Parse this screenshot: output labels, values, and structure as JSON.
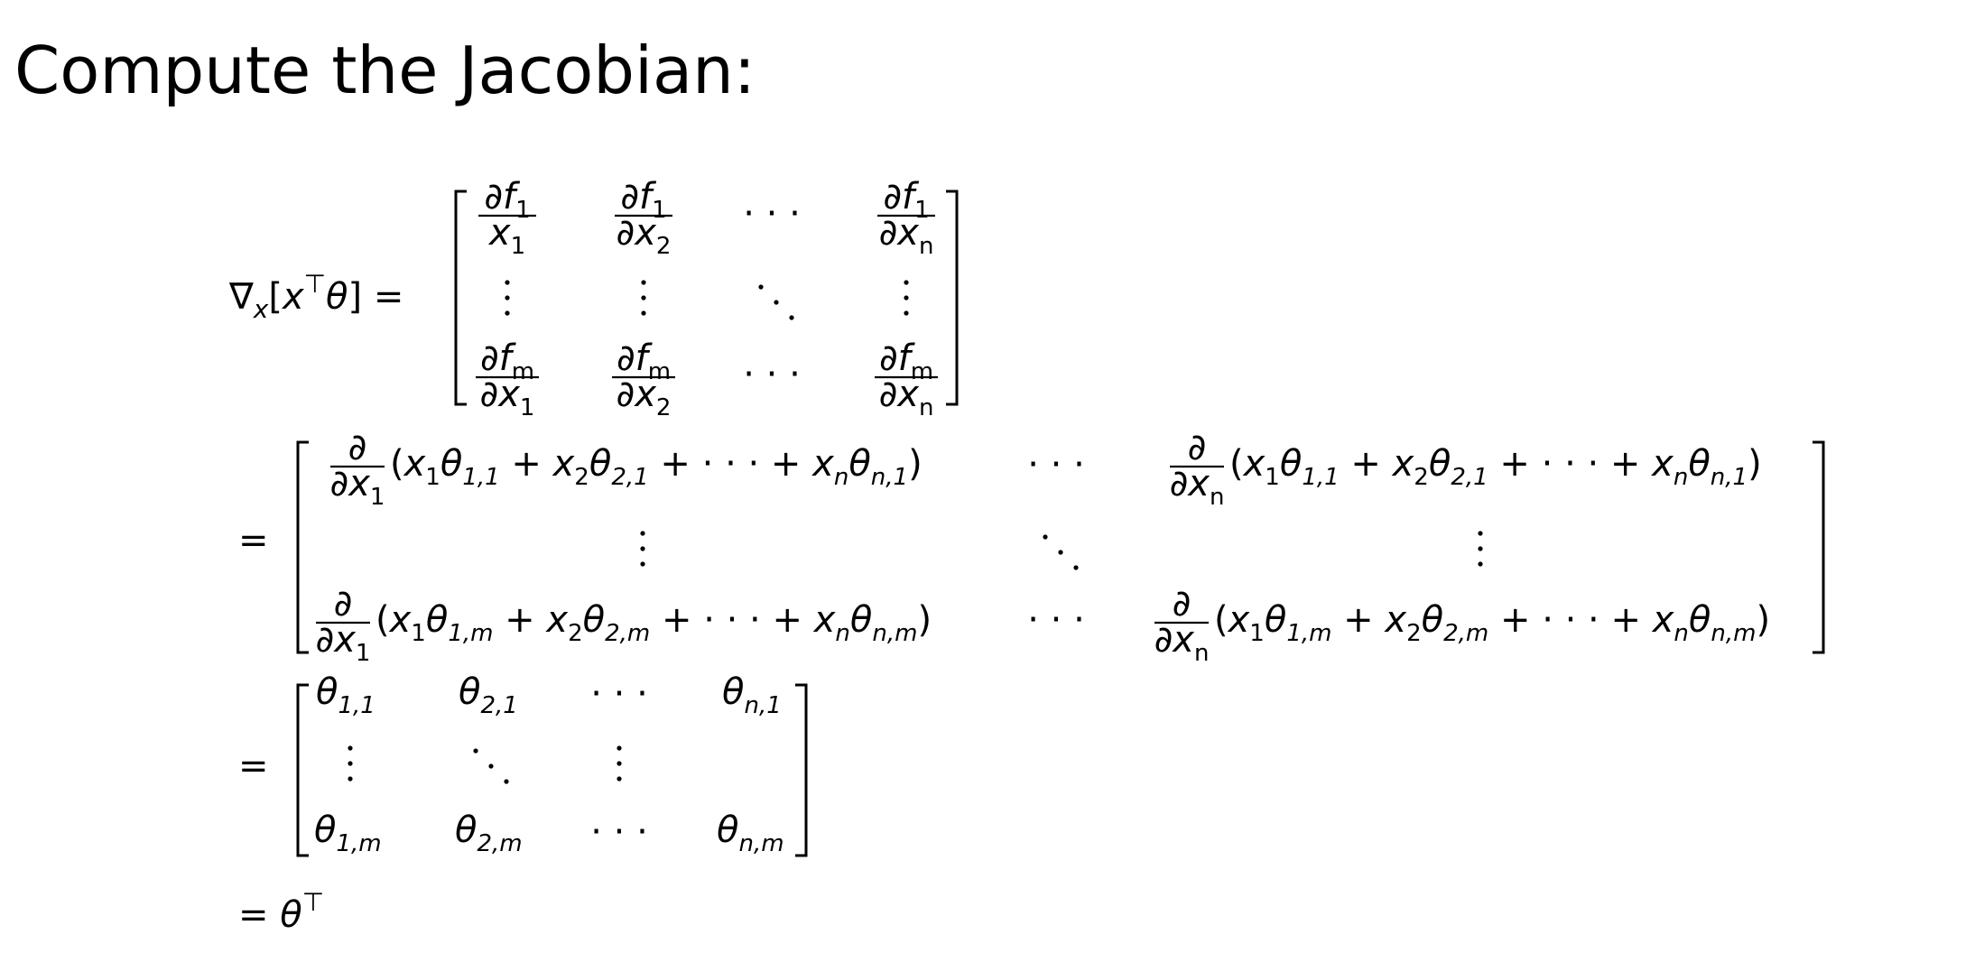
{
  "slide": {
    "title": "Compute the Jacobian:"
  },
  "symbols": {
    "nabla": "∇",
    "transpose": "⊤",
    "partial": "∂",
    "theta": "θ",
    "equals": "=",
    "plus": "+",
    "hdots": "· · ·",
    "vdots": "⋮",
    "ddots": "⋱"
  },
  "line1": {
    "lhs": "∇x[x⊤θ] =",
    "matrix": [
      [
        "∂f1/x1",
        "∂f1/∂x2",
        "· · ·",
        "∂f1/∂xn"
      ],
      [
        "⋮",
        "⋮",
        "⋱",
        "⋮"
      ],
      [
        "∂fm/∂x1",
        "∂fm/∂x2",
        "· · ·",
        "∂fm/∂xn"
      ]
    ]
  },
  "line2": {
    "matrix": [
      [
        "∂/∂x1 (x1θ1,1 + x2θ2,1 + · · · + xnθn,1)",
        "· · ·",
        "∂/∂xn (x1θ1,1 + x2θ2,1 + · · · + xnθn,1)"
      ],
      [
        "⋮",
        "⋱",
        "⋮"
      ],
      [
        "∂/∂x1 (x1θ1,m + x2θ2,m + · · · + xnθn,m)",
        "· · ·",
        "∂/∂xn (x1θ1,m + x2θ2,m + · · · + xnθn,m)"
      ]
    ]
  },
  "line3": {
    "matrix": [
      [
        "θ1,1",
        "θ2,1",
        "· · ·",
        "θn,1"
      ],
      [
        "⋮",
        "⋱",
        "⋮",
        ""
      ],
      [
        "θ1,m",
        "θ2,m",
        "· · ·",
        "θn,m"
      ]
    ]
  },
  "line4": {
    "result": "= θ⊤"
  }
}
